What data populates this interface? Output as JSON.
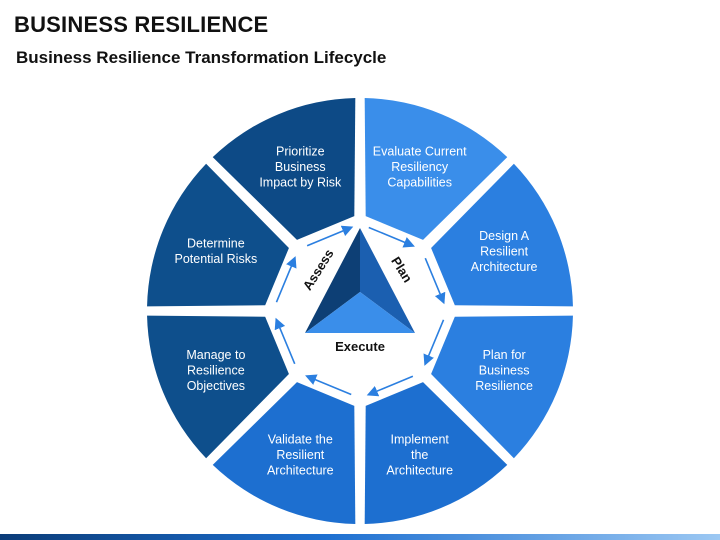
{
  "title": "BUSINESS RESILIENCE",
  "subtitle": "Business Resilience Transformation Lifecycle",
  "segments": [
    {
      "lines": [
        "Evaluate Current",
        "Resiliency",
        "Capabilities"
      ],
      "color": "#3a8eea"
    },
    {
      "lines": [
        "Design A",
        "Resilient",
        "Architecture"
      ],
      "color": "#2b7fe0"
    },
    {
      "lines": [
        "Plan for",
        "Business",
        "Resilience"
      ],
      "color": "#2b7fe0"
    },
    {
      "lines": [
        "Implement",
        "the",
        "Architecture"
      ],
      "color": "#1d6fd0"
    },
    {
      "lines": [
        "Validate the",
        "Resilient",
        "Architecture"
      ],
      "color": "#1d6fd0"
    },
    {
      "lines": [
        "Manage to",
        "Resilience",
        "Objectives"
      ],
      "color": "#0e4f8c"
    },
    {
      "lines": [
        "Determine",
        "Potential Risks"
      ],
      "color": "#0e4f8c"
    },
    {
      "lines": [
        "Prioritize",
        "Business",
        "Impact by Risk"
      ],
      "color": "#0d4a86"
    }
  ],
  "core": {
    "assess": "Assess",
    "plan": "Plan",
    "execute": "Execute",
    "colors": {
      "left": "#0d3f75",
      "right": "#1b5fb0",
      "bottom": "#3a8eea"
    }
  },
  "colors": {
    "arrow": "#2b7fe0"
  }
}
